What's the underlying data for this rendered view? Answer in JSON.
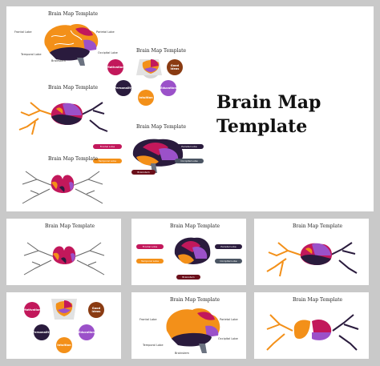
{
  "hero_title_line1": "Brain Map",
  "hero_title_line2": "Template",
  "slide_title": "Brain Map Template",
  "lobes": {
    "frontal": "Frontal Lobe",
    "parietal": "Parietal Lobe",
    "temporal": "Temporal Lobe",
    "occipital": "Occipital Lobe",
    "brainstem": "Brainstem"
  },
  "traits": {
    "motivation": "Motivation",
    "good_ideas": "Good Ideas",
    "personality": "Personality",
    "education": "Education",
    "intuition": "Intuition"
  },
  "colors": {
    "orange": "#f39019",
    "crimson": "#c2185b",
    "navy": "#2a1b3d",
    "purple": "#9b51c9",
    "brown": "#8a3b12",
    "slate": "#4b5563",
    "maroon": "#6b0f1a",
    "grey": "#d6d6d6"
  }
}
